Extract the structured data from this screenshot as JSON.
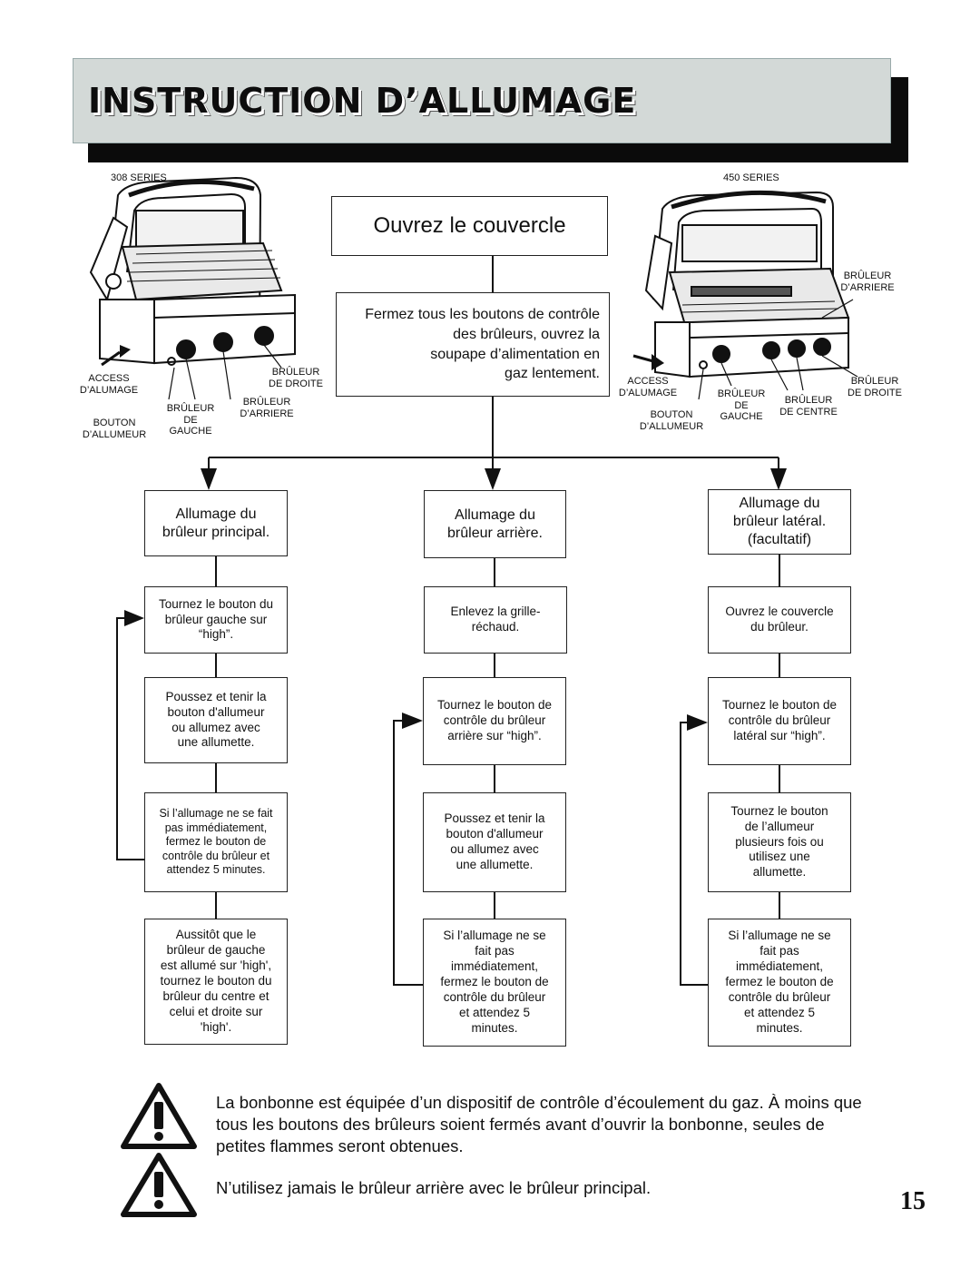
{
  "header": {
    "title": "INSTRUCTION D’ALLUMAGE"
  },
  "left_grill": {
    "series": "308 SERIES",
    "labels": {
      "access": "ACCESS\nD’ALUMAGE",
      "bouton": "BOUTON\nD’ALLUMEUR",
      "bruleur_gauche": "BRÛLEUR\nDE\nGAUCHE",
      "bruleur_arriere": "BRÛLEUR\nD’ARRIERE",
      "bruleur_droite": "BRÛLEUR\nDE DROITE"
    }
  },
  "right_grill": {
    "series": "450 SERIES",
    "labels": {
      "bruleur_arriere": "BRÛLEUR\nD’ARRIERE",
      "access": "ACCESS\nD’ALUMAGE",
      "bouton": "BOUTON\nD’ALLUMEUR",
      "bruleur_gauche": "BRÛLEUR\nDE\nGAUCHE",
      "bruleur_centre": "BRÛLEUR\nDE CENTRE",
      "bruleur_droite": "BRÛLEUR\nDE DROITE"
    }
  },
  "top": {
    "open_lid": "Ouvrez le couvercle",
    "warning": "Fermez tous les boutons de contrôle\ndes brûleurs, ouvrez la\nsoupape d’alimentation en\ngaz lentement."
  },
  "columns": {
    "left": {
      "heading": "Allumage du\nbrûleur principal.",
      "steps": [
        "Tournez le bouton du\nbrûleur gauche sur\n“high”.",
        "Poussez et tenir la\nbouton d'allumeur\nou allumez avec\nune allumette.",
        "Si l’allumage ne se fait\npas immédiatement,\nfermez le bouton de\ncontrôle du brûleur et\nattendez 5 minutes.",
        "Aussitôt que le\nbrûleur de gauche\nest allumé sur 'high',\ntournez le bouton du\nbrûleur du centre et\ncelui et droite sur\n'high'."
      ]
    },
    "middle": {
      "heading": "Allumage du\nbrûleur arrière.",
      "steps": [
        "Enlevez la grille-\nréchaud.",
        "Tournez le bouton de\ncontrôle du brûleur\narrière sur “high”.",
        "Poussez et tenir la\nbouton d'allumeur\nou allumez avec\nune allumette.",
        "Si l’allumage ne se\nfait pas\nimmédiatement,\nfermez le bouton de\ncontrôle du brûleur\net attendez 5\nminutes."
      ]
    },
    "right": {
      "heading": "Allumage du\nbrûleur latéral.\n(facultatif)",
      "steps": [
        "Ouvrez le couvercle\ndu brûleur.",
        "Tournez le bouton de\ncontrôle du brûleur\nlatéral sur “high”.",
        "Tournez le bouton\nde  l’allumeur\nplusieurs fois ou\nutilisez une\nallumette.",
        "Si l’allumage ne se\nfait pas\nimmédiatement,\nfermez le bouton de\ncontrôle du brûleur\net attendez 5\nminutes."
      ]
    }
  },
  "warnings": {
    "w1_line1": "La bonbonne est équipée d’un dispositif de contrôle d’écoulement du gaz. À moins que",
    "w1_line2": "tous les boutons des brûleurs soient fermés avant d’ouvrir la bonbonne, seules de",
    "w1_line3": "petites flammes seront obtenues.",
    "w2": "N’utilisez jamais le brûleur arrière avec le brûleur principal."
  },
  "page_number": "15"
}
